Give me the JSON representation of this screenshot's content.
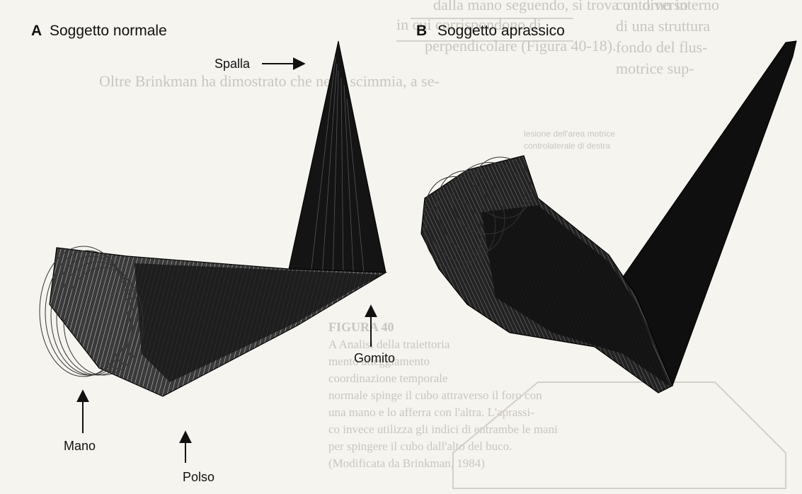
{
  "figure": {
    "panel_a": {
      "letter": "A",
      "title": "Soggetto normale"
    },
    "panel_b": {
      "letter": "B",
      "title": "Soggetto aprassico"
    },
    "labels": {
      "spalla": "Spalla",
      "gomito": "Gomito",
      "mano": "Mano",
      "polso": "Polso"
    }
  },
  "colors": {
    "ink": "#111111",
    "paper": "#f6f4ef",
    "faint_print": "#c9c6bf"
  },
  "background_print": {
    "top_left_lines": [
      "dalla mano seguendo, si trova un diverso",
      "in cui corrispondono di",
      "perpendicolare (Figura 40-18).",
      "Oltre Brinkman ha dimostrato che nella scimmia, a se-"
    ],
    "top_right_lines": [
      "contorno interno",
      "di una struttura",
      "fondo del flus-",
      "motrice sup-"
    ],
    "caption_right_lines": [
      "lesione dell'area motrice",
      "controlaterale di destra"
    ],
    "body_heading": "FIGURA 40",
    "body_lines": [
      "A Analisi della traiettoria",
      "mento atteggiamento",
      "coordinazione temporale",
      "normale spinge il cubo attraverso il foro con",
      "una mano e lo afferra con l'altra. L'aprassi-",
      "co invece utilizza gli indici di entrambe le mani",
      "per spingere il cubo dall'alto del buco.",
      "(Modificata da Brinkman, 1984)"
    ]
  }
}
